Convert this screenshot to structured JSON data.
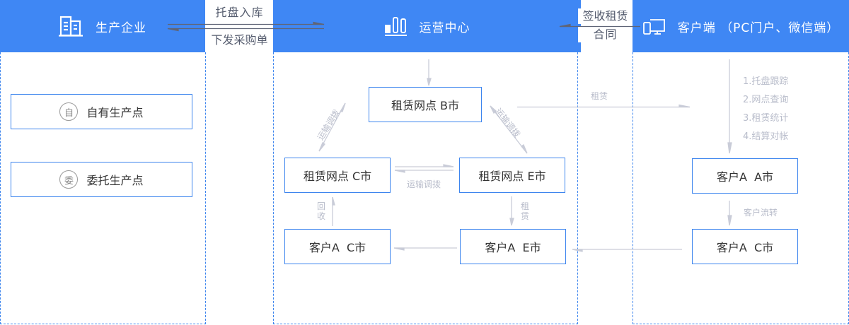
{
  "headers": {
    "producer": {
      "title": "生产企业",
      "icon": "building-icon"
    },
    "operations": {
      "title": "运营中心",
      "icon": "bar-chart-icon"
    },
    "client": {
      "title": "客户端 （PC门户、微信端）",
      "icon": "devices-icon"
    }
  },
  "flows": {
    "to_operations": "托盘入库",
    "to_producer": "下发采购单",
    "client_to_operations_line1": "签收租赁",
    "client_to_operations_line2": "合同"
  },
  "producer_nodes": [
    {
      "badge": "自",
      "label": "自有生产点"
    },
    {
      "badge": "委",
      "label": "委托生产点"
    }
  ],
  "operations_nodes": {
    "b": "租赁网点 B市",
    "c": "租赁网点 C市",
    "e": "租赁网点 E市",
    "client_c": "客户A  C市",
    "client_e": "客户A  E市"
  },
  "client_nodes": {
    "a": "客户A  A市",
    "c": "客户A  C市"
  },
  "edge_labels": {
    "transfer_left": "运输调拨",
    "transfer_right": "运输调拨",
    "transfer_bottom": "运输调拨",
    "lease_to_client": "租赁",
    "recycle": "回收",
    "lease_down": "租赁",
    "client_flow": "客户流转"
  },
  "client_features": [
    "1.托盘跟踪",
    "2.网点查询",
    "3.租赁统计",
    "4.结算对帐"
  ]
}
